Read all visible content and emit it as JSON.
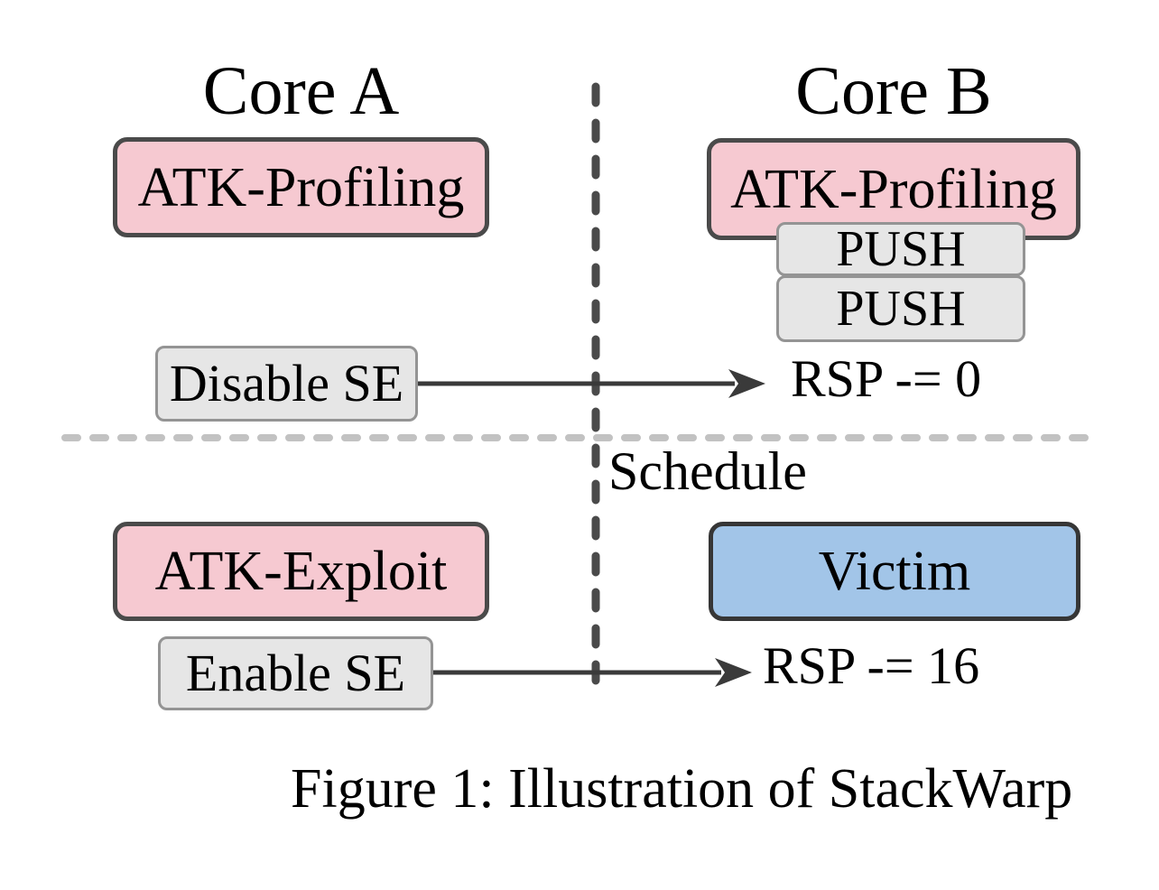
{
  "figure": {
    "caption": "Figure 1: Illustration of StackWarp",
    "schedule_label": "Schedule"
  },
  "core_a": {
    "title": "Core A",
    "atk_profiling": "ATK-Profiling",
    "disable_se": "Disable SE",
    "atk_exploit": "ATK-Exploit",
    "enable_se": "Enable SE"
  },
  "core_b": {
    "title": "Core B",
    "atk_profiling": "ATK-Profiling",
    "push_1": "PUSH",
    "push_2": "PUSH",
    "rsp_profiling": "RSP -= 0",
    "victim": "Victim",
    "rsp_exploit": "RSP -= 16"
  },
  "colors": {
    "attacker_box_fill": "#f6c9d1",
    "attacker_box_border": "#4a4a4a",
    "action_box_fill": "#e6e6e6",
    "action_box_border": "#949494",
    "victim_box_fill": "#a2c5e8",
    "victim_box_border": "#363636",
    "arrow": "#3a3a3a",
    "core_divider_dash": "#4a4a4a",
    "phase_divider_dash": "#c2c2c2",
    "text": "#000000"
  }
}
